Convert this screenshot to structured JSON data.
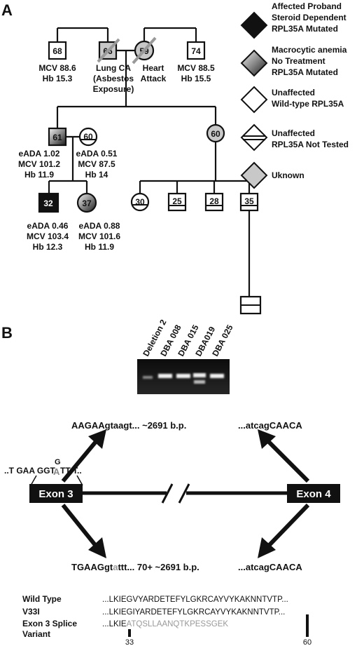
{
  "panelA": {
    "letter": "A",
    "legend": [
      {
        "shape": "affected",
        "lines": [
          "Affected Proband",
          "Steroid Dependent",
          "RPL35A Mutated"
        ]
      },
      {
        "shape": "macrocytic",
        "lines": [
          "Macrocytic anemia",
          "No Treatment",
          "RPL35A Mutated"
        ]
      },
      {
        "shape": "unaffected",
        "lines": [
          "Unaffected",
          "Wild-type RPL35A"
        ]
      },
      {
        "shape": "untested",
        "lines": [
          "Unaffected",
          "RPL35A Not Tested"
        ]
      },
      {
        "shape": "unknown",
        "lines": [
          "Uknown"
        ]
      }
    ],
    "gen1": [
      {
        "age": "68",
        "info": [
          "MCV 88.6",
          "Hb 15.3"
        ]
      },
      {
        "age": "66",
        "info": [
          "Lung CA",
          "(Asbestos",
          "Exposure)"
        ]
      },
      {
        "age": "59",
        "info": [
          "Heart",
          "Attack"
        ]
      },
      {
        "age": "74",
        "info": [
          "MCV 88.5",
          "Hb 15.5"
        ]
      }
    ],
    "gen2": [
      {
        "age": "61",
        "info": [
          "eADA 1.02",
          "MCV 101.2",
          "Hb 11.9"
        ]
      },
      {
        "age": "60",
        "info": [
          "eADA 0.51",
          "MCV 87.5",
          "Hb 14"
        ]
      },
      {
        "age": "60",
        "info": []
      }
    ],
    "gen3": [
      {
        "age": "32",
        "info": [
          "eADA 0.46",
          "MCV 103.4",
          "Hb 12.3"
        ]
      },
      {
        "age": "37",
        "info": [
          "eADA 0.88",
          "MCV 101.6",
          "Hb 11.9"
        ]
      },
      {
        "age": "30",
        "info": []
      },
      {
        "age": "25",
        "info": []
      },
      {
        "age": "28",
        "info": []
      },
      {
        "age": "35",
        "info": []
      }
    ]
  },
  "panelB": {
    "letter": "B",
    "gel_lanes": [
      "Deletion 2",
      "DBA 008",
      "DBA 015",
      "DBA019",
      "DBA 025"
    ],
    "exon3": "Exon 3",
    "exon4": "Exon 4",
    "seq_left": "..T GAA GGT",
    "seq_left_g": "G",
    "seq_left_a": "A",
    "seq_left_end": "TT T..",
    "top_seq_left": "AAGAAgtaagt... ~2691 b.p.",
    "top_seq_right": "...atcagCAACA",
    "bot_seq_left_a": "TGAAGgt",
    "bot_seq_left_b": "a",
    "bot_seq_left_c": "ttt... 70+ ~2691 b.p.",
    "bot_seq_right": "...atcagCAACA",
    "alignment": [
      {
        "label": "Wild Type",
        "seq": "...LKIEGVYARDETEFYLGKRCAYVYKAKNNTVTP..."
      },
      {
        "label": "V33I",
        "seq": "...LKIEGIYARDETEFYLGKRCAYVYKAKNNTVTP..."
      },
      {
        "label": "Exon 3 Splice",
        "label2": "Variant",
        "seq_black": "...LKIE",
        "seq_grey": "ATQSLLAANQTKPESSGEK"
      }
    ],
    "positions": [
      "33",
      "60"
    ]
  }
}
